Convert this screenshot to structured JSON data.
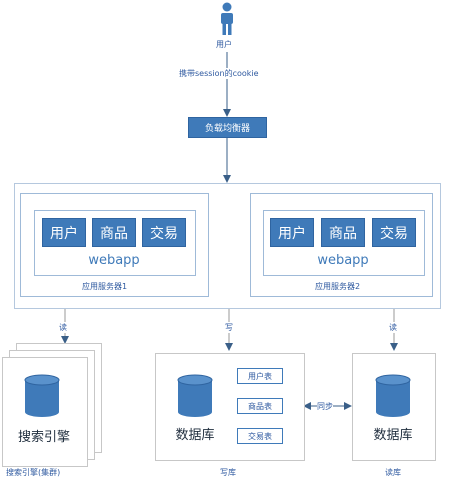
{
  "user": {
    "label": "用户"
  },
  "edge_cookie": {
    "label": "携带session的cookie"
  },
  "load_balancer": {
    "label": "负载均衡器"
  },
  "app_servers": [
    {
      "label": "应用服务器1",
      "webapp": "webapp",
      "modules": [
        "用户",
        "商品",
        "交易"
      ]
    },
    {
      "label": "应用服务器2",
      "webapp": "webapp",
      "modules": [
        "用户",
        "商品",
        "交易"
      ]
    }
  ],
  "arrows": {
    "read_left": "读",
    "write": "写",
    "read_right": "读",
    "sync": "同步"
  },
  "search": {
    "label": "搜索引擎",
    "caption": "搜索引擎(集群)"
  },
  "write_db": {
    "label": "数据库",
    "caption": "写库",
    "tables": [
      "用户表",
      "商品表",
      "交易表"
    ]
  },
  "read_db": {
    "label": "数据库",
    "caption": "读库"
  },
  "colors": {
    "accent": "#3f7ab9",
    "line": "#5b7fa8",
    "panel_border": "#9fbad8",
    "text": "#2f5aa0"
  }
}
